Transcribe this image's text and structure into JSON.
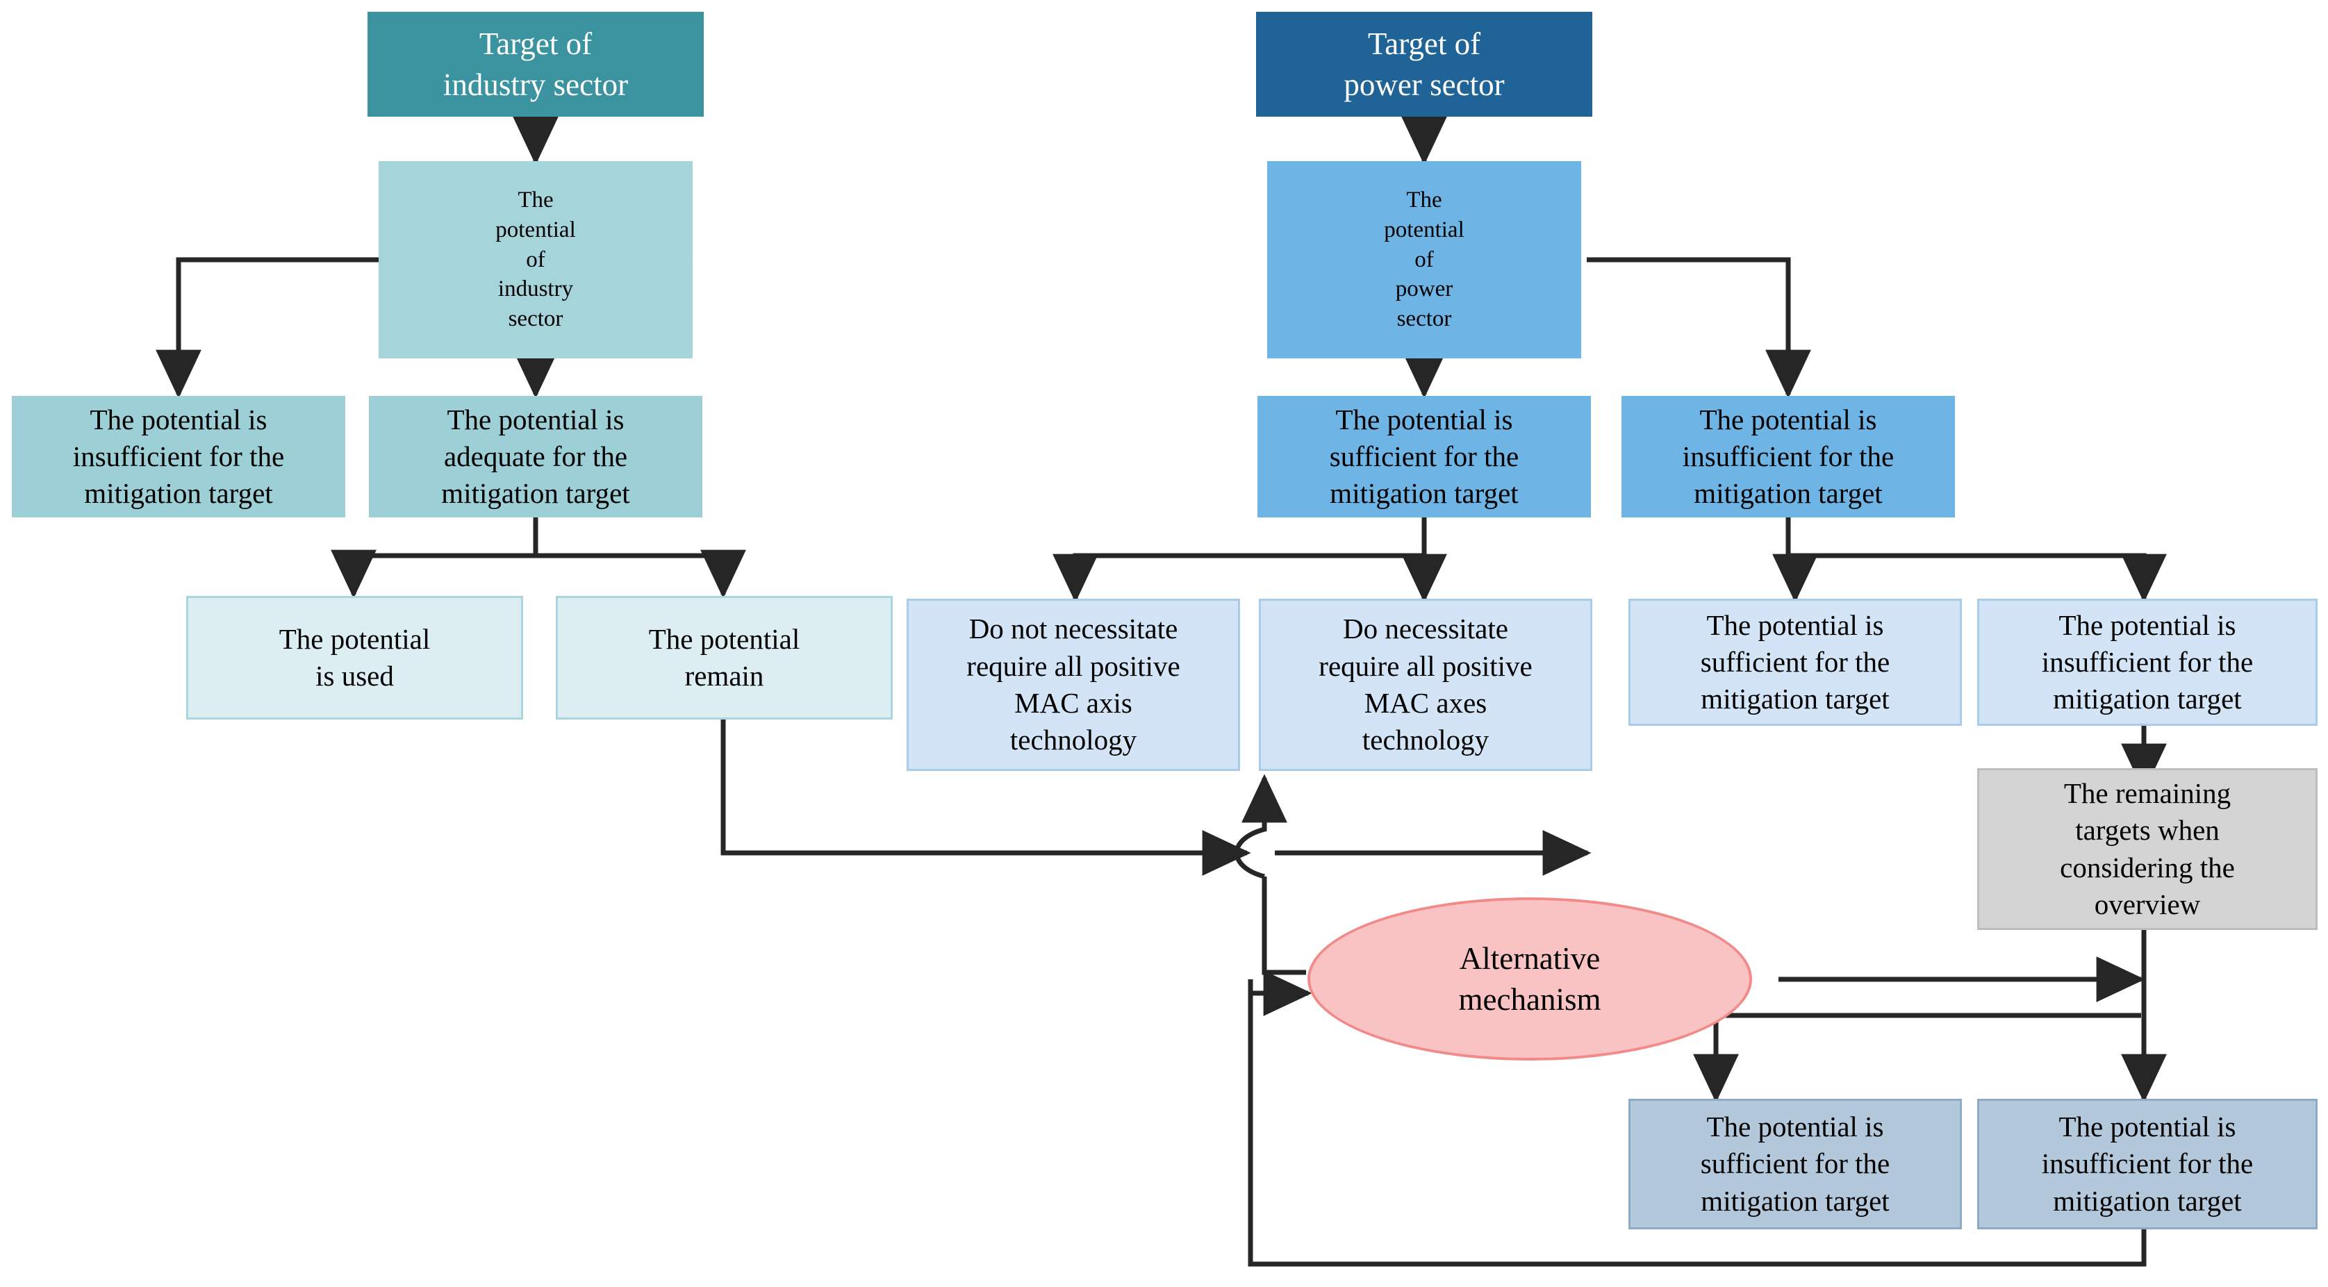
{
  "diagram": {
    "title": "Mitigation potential decision flowchart",
    "type": "flowchart",
    "colors": {
      "industry_header": "#3A939E",
      "power_header": "#1F6397",
      "industry_diamond": "#A5D4DA",
      "power_diamond": "#6EB4E5",
      "teal_box": "#9CCFD6",
      "teal_pale_box": "#DCEEF2",
      "blue_box": "#6EB4E5",
      "blue_pale_box": "#D2E4F5",
      "steel_box": "#B4C8DC",
      "grey_box": "#D4D4D4",
      "ellipse_fill": "#FAC3C3",
      "ellipse_stroke": "#F28A8A",
      "connector": "#262626"
    }
  },
  "nodes": {
    "industry_header": {
      "label": "Target of\nindustry  sector"
    },
    "industry_diamond": {
      "label": "The\npotential\nof\nindustry\nsector"
    },
    "industry_insufficient": {
      "label": "The potential is\ninsufficient for the\nmitigation target"
    },
    "industry_adequate": {
      "label": "The potential is\nadequate for the\nmitigation target"
    },
    "potential_used": {
      "label": "The potential\nis used"
    },
    "potential_remain": {
      "label": "The potential\nremain"
    },
    "power_header": {
      "label": "Target of\npower sector"
    },
    "power_diamond": {
      "label": "The\npotential\nof\npower\nsector"
    },
    "power_sufficient": {
      "label": "The potential is\nsufficient for the\nmitigation target"
    },
    "power_insufficient": {
      "label": "The potential is\ninsufficient for the\nmitigation target"
    },
    "mac_not_required": {
      "label": "Do not necessitate\nrequire all positive\nMAC axis\ntechnology"
    },
    "mac_required": {
      "label": "Do necessitate\nrequire all positive\nMAC axes\ntechnology"
    },
    "sub_sufficient": {
      "label": "The potential is\nsufficient for the\nmitigation target"
    },
    "sub_insufficient": {
      "label": "The potential is\ninsufficient for the\nmitigation target"
    },
    "remaining_targets": {
      "label": "The remaining\ntargets when\nconsidering the\noverview"
    },
    "alternative_mechanism": {
      "label": "Alternative\nmechanism"
    },
    "final_sufficient": {
      "label": "The potential is\nsufficient for the\nmitigation target"
    },
    "final_insufficient": {
      "label": "The potential is\ninsufficient for the\nmitigation target"
    }
  }
}
